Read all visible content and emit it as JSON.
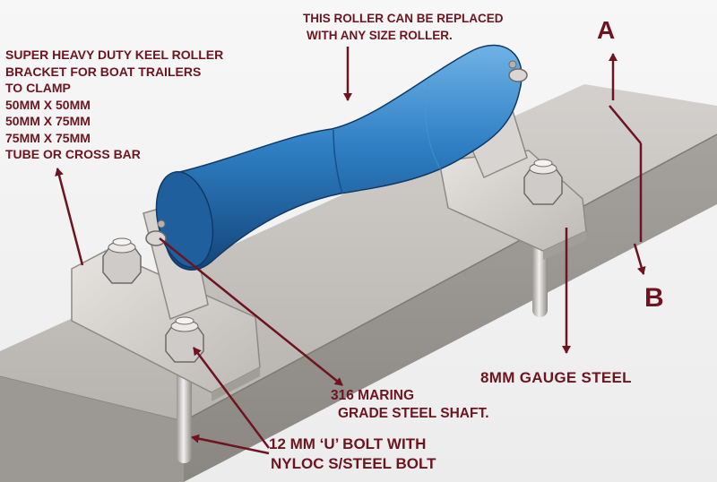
{
  "labels": {
    "bracket": [
      "SUPER HEAVY DUTY KEEL ROLLER",
      "BRACKET FOR BOAT TRAILERS",
      "TO CLAMP",
      "50MM X 50MM",
      "50MM X 75MM",
      "75MM X 75MM",
      "TUBE OR CROSS BAR"
    ],
    "roller": [
      "THIS ROLLER CAN BE REPLACED",
      "WITH ANY SIZE ROLLER."
    ],
    "point_a": "A",
    "point_b": "B",
    "steel_gauge": "8MM GAUGE STEEL",
    "shaft": [
      "316 MARING",
      "GRADE STEEL SHAFT."
    ],
    "u_bolt": [
      "12 MM ‘U’ BOLT WITH",
      "NYLOC S/STEEL BOLT"
    ]
  },
  "colors": {
    "annotation": "#6e1420",
    "roller": "#2f7fc4",
    "steel": "#c9c6c4",
    "tube": "#b8b4b0"
  }
}
